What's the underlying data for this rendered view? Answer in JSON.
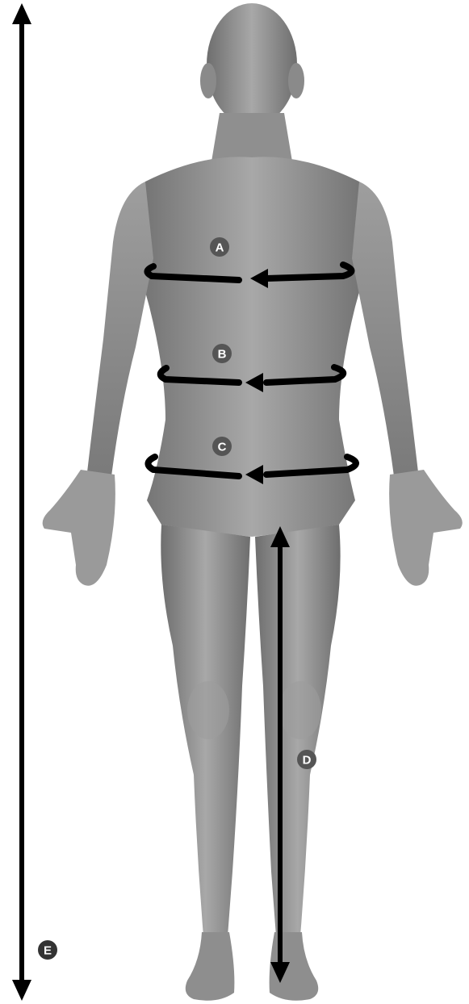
{
  "diagram": {
    "colors": {
      "arrow": "#000000",
      "skin_light": "#b5b5b5",
      "skin_mid": "#8c8c8c",
      "skin_dark": "#5e5e5e",
      "badge_fill": "#555555",
      "badge_text": "#ffffff",
      "background": "#ffffff"
    },
    "markers": [
      {
        "id": "chest",
        "label": "A",
        "kind": "circumference"
      },
      {
        "id": "waist",
        "label": "B",
        "kind": "circumference"
      },
      {
        "id": "hips",
        "label": "C",
        "kind": "circumference"
      },
      {
        "id": "inseam",
        "label": "D",
        "kind": "length"
      },
      {
        "id": "height",
        "label": "E",
        "kind": "length"
      }
    ]
  }
}
